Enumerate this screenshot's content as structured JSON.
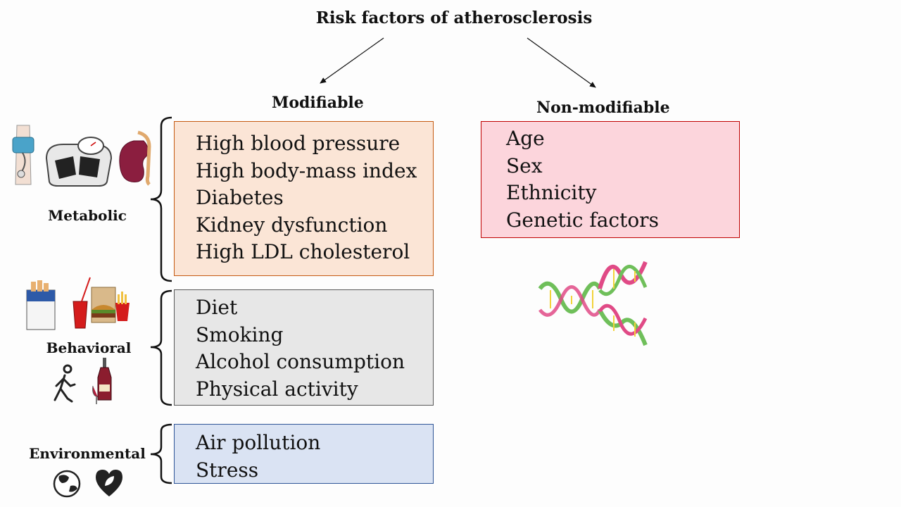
{
  "title": "Risk factors of atherosclerosis",
  "modifiable": {
    "heading": "Modifiable",
    "categories": [
      {
        "label": "Metabolic",
        "items": [
          "High blood pressure",
          "High body-mass index",
          "Diabetes",
          "Kidney dysfunction",
          "High LDL cholesterol"
        ],
        "fill": "#fbe5d6",
        "border": "#c55a11"
      },
      {
        "label": "Behavioral",
        "items": [
          "Diet",
          "Smoking",
          "Alcohol consumption",
          "Physical activity"
        ],
        "fill": "#e7e7e7",
        "border": "#595959"
      },
      {
        "label": "Environmental",
        "items": [
          "Air pollution",
          "Stress"
        ],
        "fill": "#dae3f3",
        "border": "#2f5597"
      }
    ]
  },
  "non_modifiable": {
    "heading": "Non-modifiable",
    "items": [
      "Age",
      "Sex",
      "Ethnicity",
      "Genetic factors"
    ],
    "fill": "#fcd5dc",
    "border": "#c00000"
  },
  "icons": {
    "metabolic": [
      "blood-pressure-cuff-icon",
      "weighing-scale-icon",
      "kidney-icon"
    ],
    "behavioral": [
      "cigarettes-icon",
      "fast-food-icon",
      "walking-person-icon",
      "wine-icon"
    ],
    "environmental": [
      "globe-icon",
      "heart-leaf-icon"
    ],
    "genetic": "dna-icon"
  }
}
